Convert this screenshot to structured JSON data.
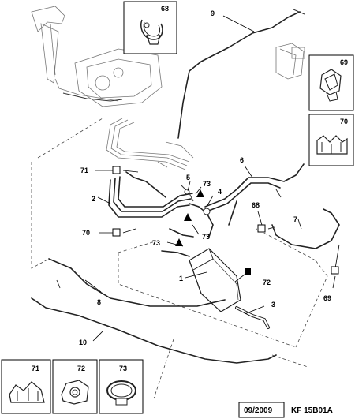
{
  "callouts": {
    "c1": "1",
    "c2": "2",
    "c3": "3",
    "c4": "4",
    "c5": "5",
    "c6": "6",
    "c7": "7",
    "c8": "8",
    "c9": "9",
    "c10": "10",
    "c68": "68",
    "c69": "69",
    "c70": "70",
    "c71": "71",
    "c72": "72",
    "c73a": "73",
    "c73b": "73",
    "c73c": "73"
  },
  "insets": {
    "i68": "68",
    "i69": "69",
    "i70": "70",
    "i71": "71",
    "i72": "72",
    "i73": "73"
  },
  "footer": {
    "date": "09/2009",
    "reference": "KF 15B01A"
  }
}
